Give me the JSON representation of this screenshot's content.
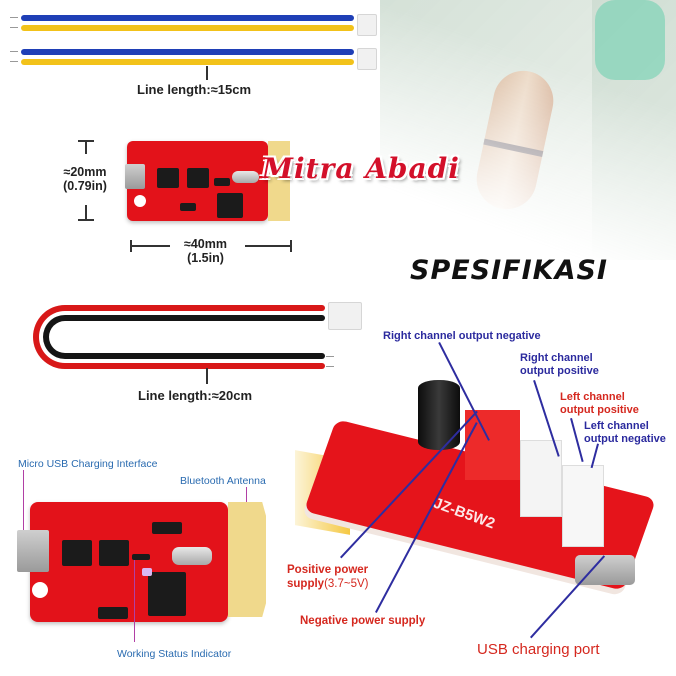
{
  "watermark": "Mitra Abadi",
  "heading": "SPESIFIKASI",
  "cable_15": {
    "label": "Line length:≈15cm",
    "colors": {
      "wire_a": "#1f3fb6",
      "wire_b": "#f2c21a"
    }
  },
  "board_dimensions": {
    "height_mm": "≈20mm",
    "height_in": "(0.79in)",
    "width_mm": "≈40mm",
    "width_in": "(1.5in)"
  },
  "cable_20": {
    "label": "Line length:≈20cm",
    "colors": {
      "wire_a": "#d81818",
      "wire_b": "#151515"
    }
  },
  "board_top_labels": {
    "micro_usb": "Micro USB Charging Interface",
    "bt_antenna": "Bluetooth Antenna",
    "status_led": "Working Status Indicator"
  },
  "board_3d_labels": {
    "right_neg": "Right channel output negative",
    "right_pos_1": "Right channel",
    "right_pos_2": "output positive",
    "left_pos_1": "Left channel",
    "left_pos_2": "output positive",
    "left_neg_1": "Left channel",
    "left_neg_2": "output negative",
    "pos_power_1": "Positive power",
    "pos_power_2": "supply",
    "pos_power_range": "(3.7~5V)",
    "neg_power": "Negative power supply",
    "usb_port": "USB charging port",
    "board_model": "JZ-B5W2"
  },
  "colors": {
    "pcb_red": "#e3121a",
    "label_blue": "#2b2a9e",
    "label_red": "#d5281f",
    "label_lightblue": "#2a6bb0",
    "watermark_red": "#d3102a"
  }
}
